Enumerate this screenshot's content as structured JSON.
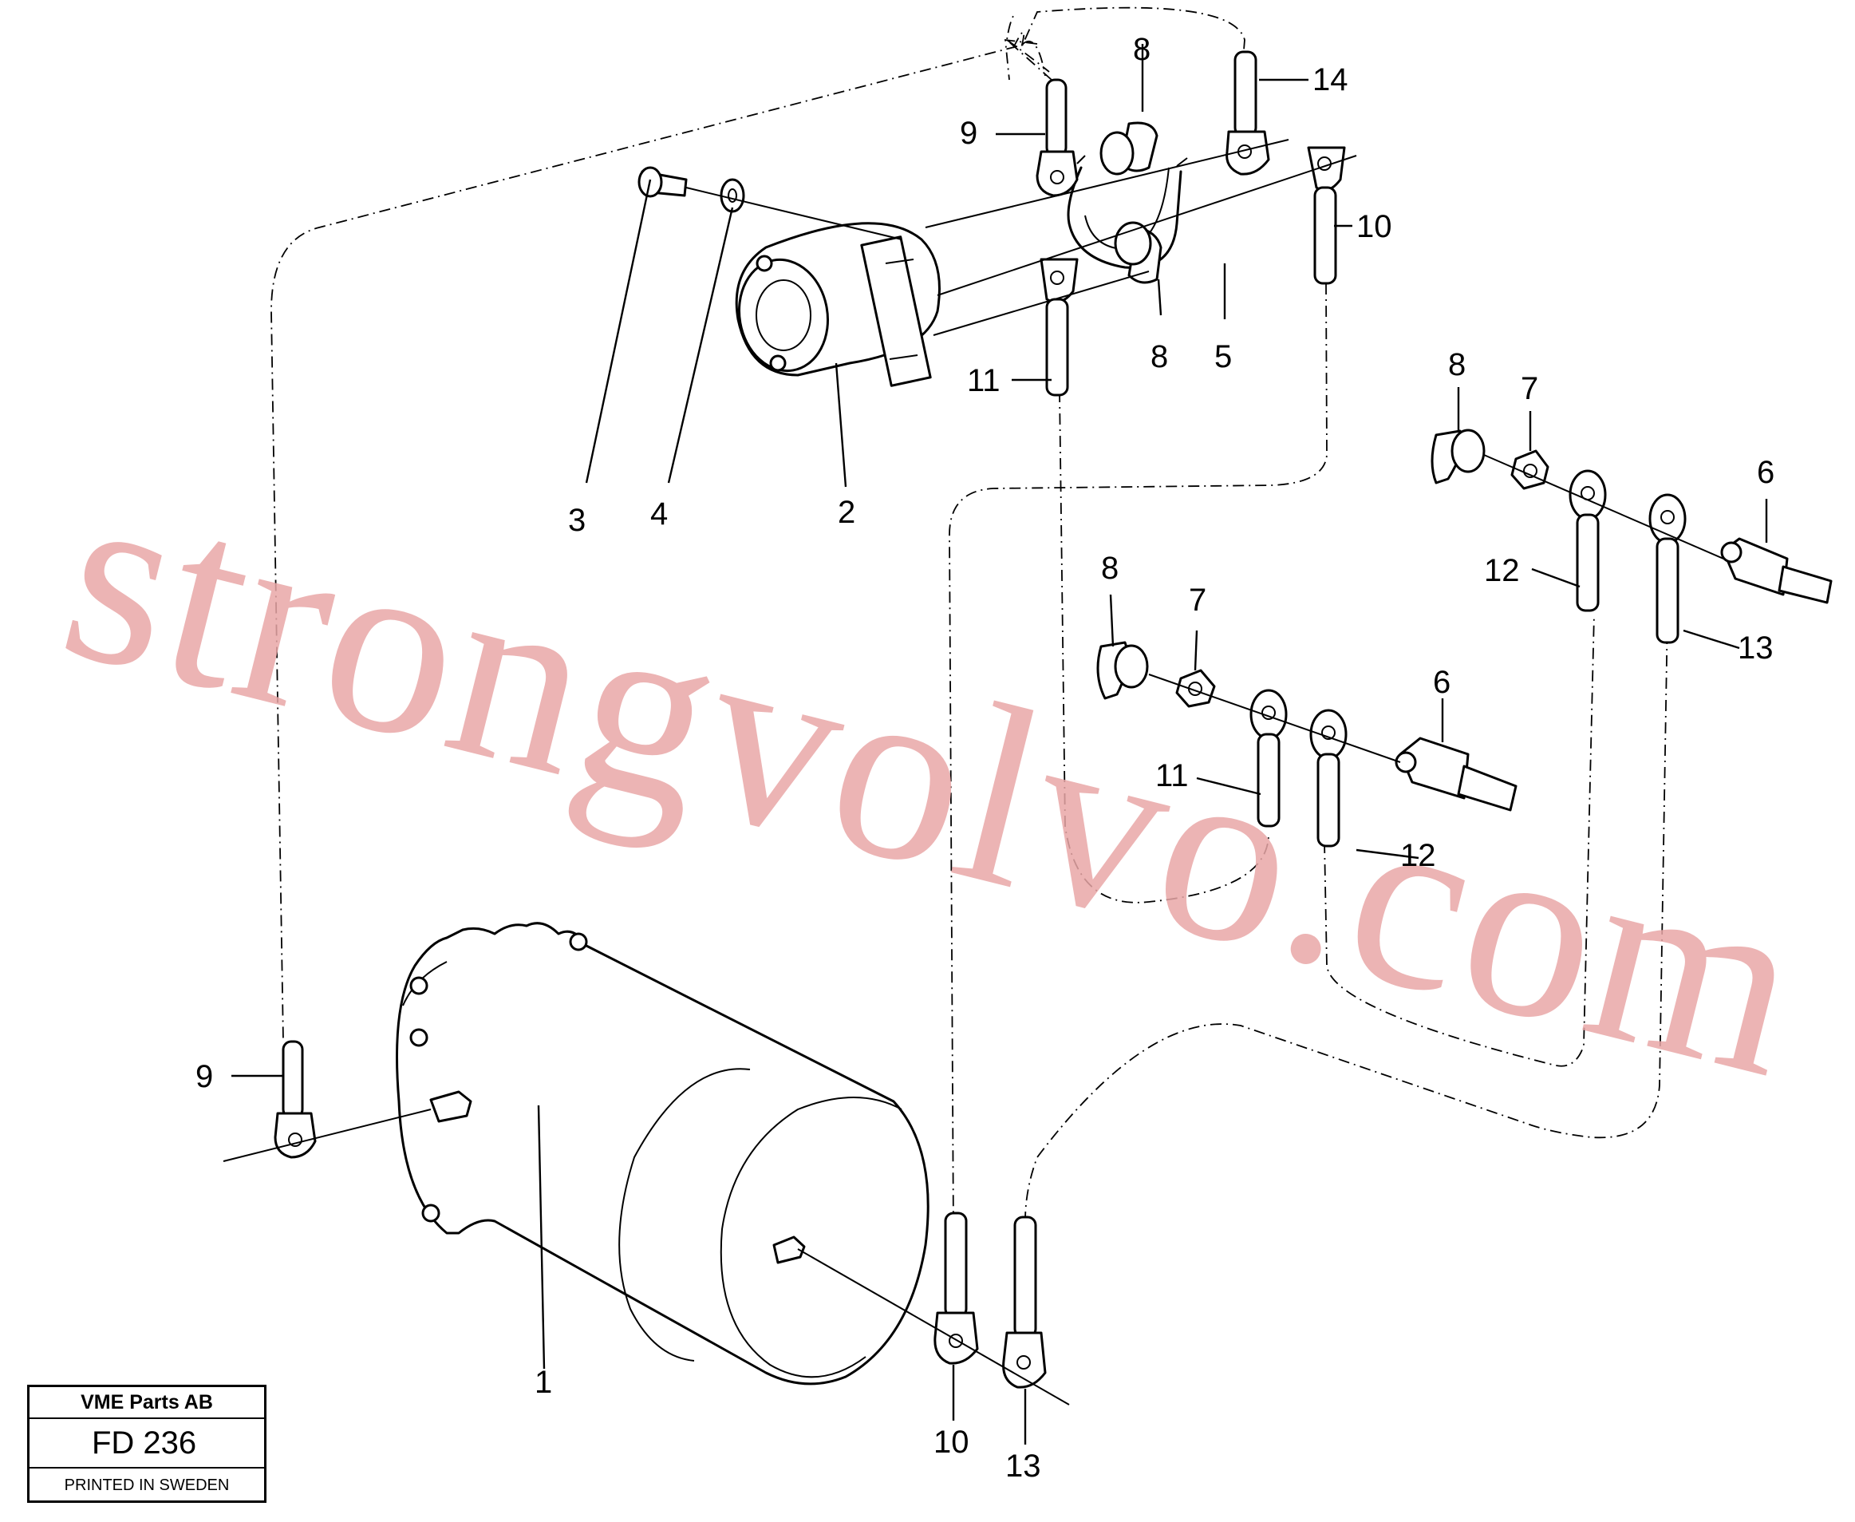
{
  "callouts": {
    "c1": "1",
    "c2": "2",
    "c3": "3",
    "c4": "4",
    "c5": "5",
    "c6a": "6",
    "c6b": "6",
    "c7a": "7",
    "c7b": "7",
    "c8a": "8",
    "c8b": "8",
    "c8c": "8",
    "c8d": "8",
    "c9a": "9",
    "c9b": "9",
    "c10a": "10",
    "c10b": "10",
    "c11a": "11",
    "c11b": "11",
    "c12a": "12",
    "c12b": "12",
    "c13a": "13",
    "c13b": "13",
    "c14": "14"
  },
  "watermark": "strongvolvo.com",
  "title_block": {
    "company": "VME Parts AB",
    "code": "FD 236",
    "printed": "PRINTED IN SWEDEN"
  }
}
